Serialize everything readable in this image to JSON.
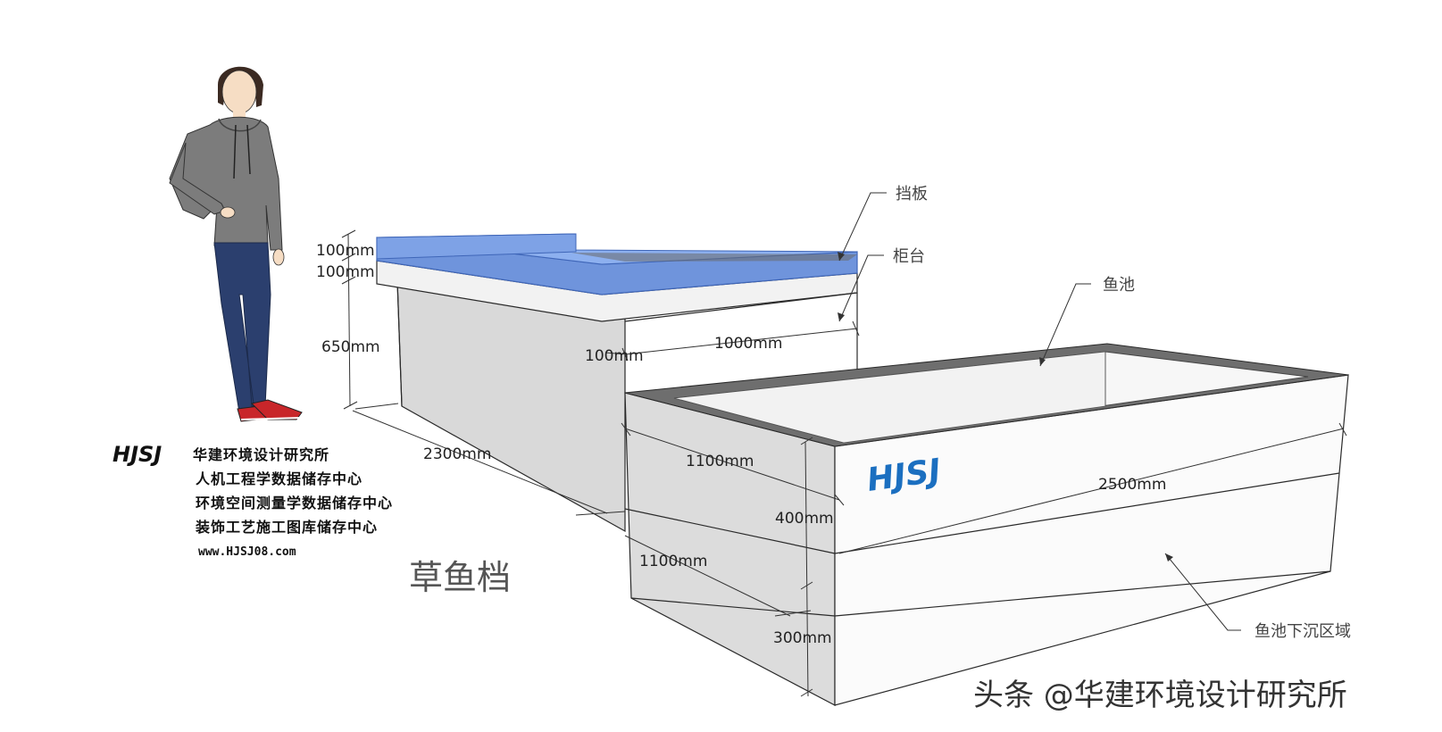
{
  "brand": {
    "logo": "HJSJ",
    "name": "华建环境设计研究所",
    "lines": [
      "人机工程学数据储存中心",
      "环境空间测量学数据储存中心",
      "装饰工艺施工图库储存中心"
    ],
    "url": "www.HJSJ08.com"
  },
  "caption": "草鱼档",
  "watermark": "头条 @华建环境设计研究所",
  "tank_logo": "HJSJ",
  "callouts": {
    "baffle": "挡板",
    "counter": "柜台",
    "fish_pond": "鱼池",
    "sunken_area": "鱼池下沉区域"
  },
  "dimensions": {
    "baffle_height": "100mm",
    "counter_top_thickness": "100mm",
    "counter_body_height": "650mm",
    "counter_offset": "100mm",
    "counter_width": "1000mm",
    "counter_length": "2300mm",
    "pond_depth": "1100mm",
    "pond_length": "2500mm",
    "pond_upper_height": "400mm",
    "pond_base_depth": "1100mm",
    "pond_lower_height": "300mm"
  },
  "colors": {
    "glass": "#6f94dc",
    "glass_edge": "#3f66b8",
    "counter_body": "#d9d9d9",
    "pond_rim": "#6e6e6e",
    "logo_blue": "#1b6fc0",
    "skin": "#f6ddc4",
    "hoodie": "#7c7c7c",
    "jeans": "#2b3f6e"
  }
}
